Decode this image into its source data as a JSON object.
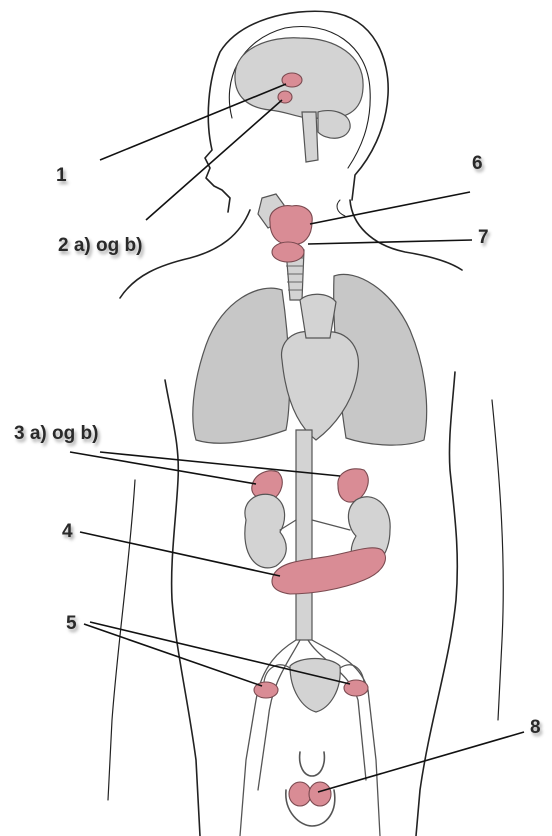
{
  "labels": {
    "l1": "1",
    "l2": "2 a) og b)",
    "l3": "3 a) og b)",
    "l4": "4",
    "l5": "5",
    "l6": "6",
    "l7": "7",
    "l8": "8"
  },
  "colors": {
    "organ_fill": "#c7c7c7",
    "gland_fill": "#d98c95",
    "outline": "#222222"
  }
}
